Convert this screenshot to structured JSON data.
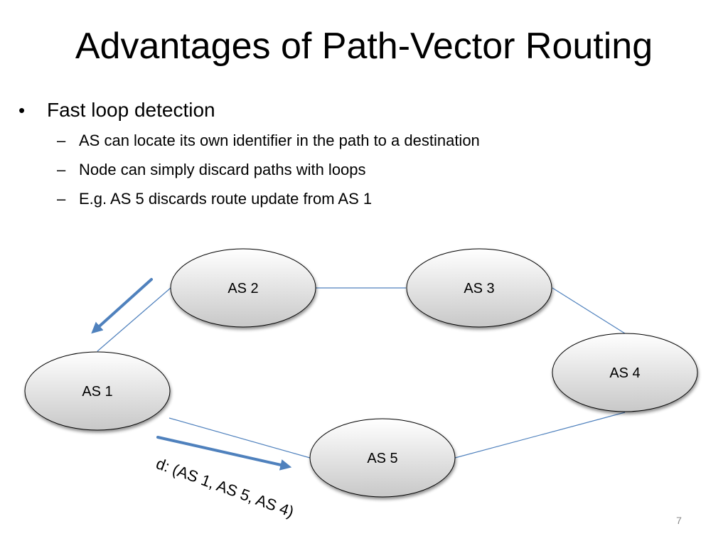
{
  "slide": {
    "title": "Advantages of Path-Vector Routing",
    "bullet": {
      "marker": "•",
      "text": "Fast loop detection",
      "subs": [
        {
          "marker": "–",
          "text": "AS can locate its own identifier in the path to a destination"
        },
        {
          "marker": "–",
          "text": "Node can simply discard paths with loops"
        },
        {
          "marker": "–",
          "text": "E.g. AS 5 discards route update from AS 1"
        }
      ]
    },
    "page_number": "7"
  },
  "diagram": {
    "nodes": {
      "as1": "AS 1",
      "as2": "AS 2",
      "as3": "AS 3",
      "as4": "AS 4",
      "as5": "AS 5"
    },
    "path_label": "d: (AS 1, AS 5, AS 4)",
    "colors": {
      "link": "#4f81bd",
      "arrow": "#4f81bd",
      "node_fill_top": "#ffffff",
      "node_fill_bottom": "#c8c8c8",
      "node_stroke": "#000000"
    }
  }
}
